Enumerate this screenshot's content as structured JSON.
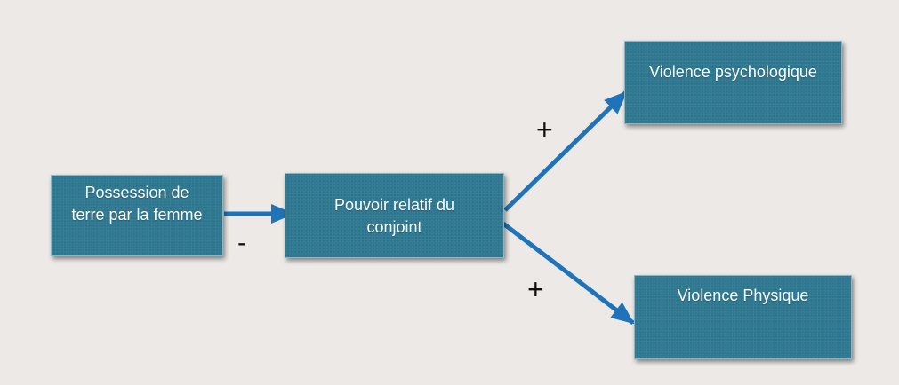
{
  "nodes": {
    "possession": {
      "line1": "Possession de",
      "line2": "terre par la femme"
    },
    "pouvoir": {
      "line1": "Pouvoir relatif du",
      "line2": "conjoint"
    },
    "psychologique": {
      "label": "Violence psychologique"
    },
    "physique": {
      "label": "Violence Physique"
    }
  },
  "edges": [
    {
      "from": "possession",
      "to": "pouvoir",
      "sign": "-"
    },
    {
      "from": "pouvoir",
      "to": "psychologique",
      "sign": "+"
    },
    {
      "from": "pouvoir",
      "to": "physique",
      "sign": "+"
    }
  ],
  "colors": {
    "background": "#ede9e6",
    "node_fill": "#2e7891",
    "arrow": "#1f73b9",
    "text": "#ffffff"
  }
}
